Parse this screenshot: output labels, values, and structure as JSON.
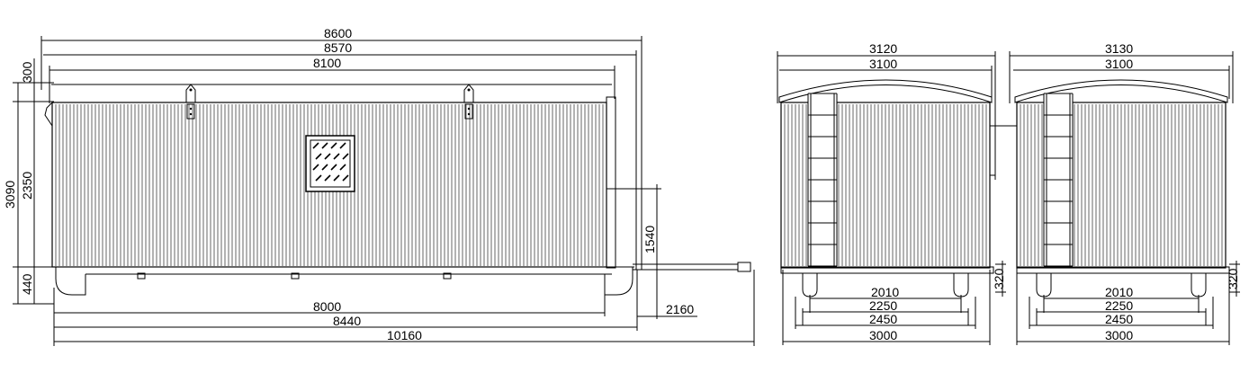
{
  "side_view": {
    "dims_top": [
      "8600",
      "8570",
      "8100"
    ],
    "dims_left": [
      "300",
      "3090",
      "2350",
      "440"
    ],
    "dim_right": "1540",
    "dims_bottom": [
      "8000",
      "8440",
      "10160"
    ],
    "dim_drawbar": "2160"
  },
  "end_view_1": {
    "dims_top": [
      "3120",
      "3100"
    ],
    "dim_right": "320",
    "dims_bottom": [
      "2010",
      "2250",
      "2450",
      "3000"
    ]
  },
  "end_view_2": {
    "dims_top": [
      "3130",
      "3100"
    ],
    "dim_right": "320",
    "dims_bottom": [
      "2010",
      "2250",
      "2450",
      "3000"
    ]
  }
}
